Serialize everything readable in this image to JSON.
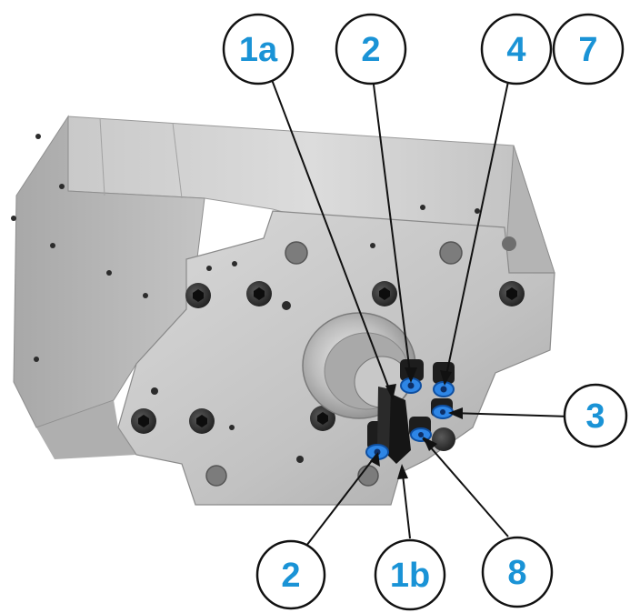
{
  "colors": {
    "label_text": "#1a93d6",
    "circle_stroke": "#111111",
    "leader_line": "#111111",
    "housing_light": "#d7d7d7",
    "housing_mid": "#bdbdbd",
    "housing_dark": "#8e8e8e",
    "fitting_blue": "#2a7fe0",
    "fitting_black": "#1b1b1b"
  },
  "callouts": [
    {
      "id": "1a",
      "label": "1a"
    },
    {
      "id": "2-top",
      "label": "2"
    },
    {
      "id": "4",
      "label": "4"
    },
    {
      "id": "7",
      "label": "7"
    },
    {
      "id": "3",
      "label": "3"
    },
    {
      "id": "2-bottom",
      "label": "2"
    },
    {
      "id": "1b",
      "label": "1b"
    },
    {
      "id": "8",
      "label": "8"
    }
  ]
}
